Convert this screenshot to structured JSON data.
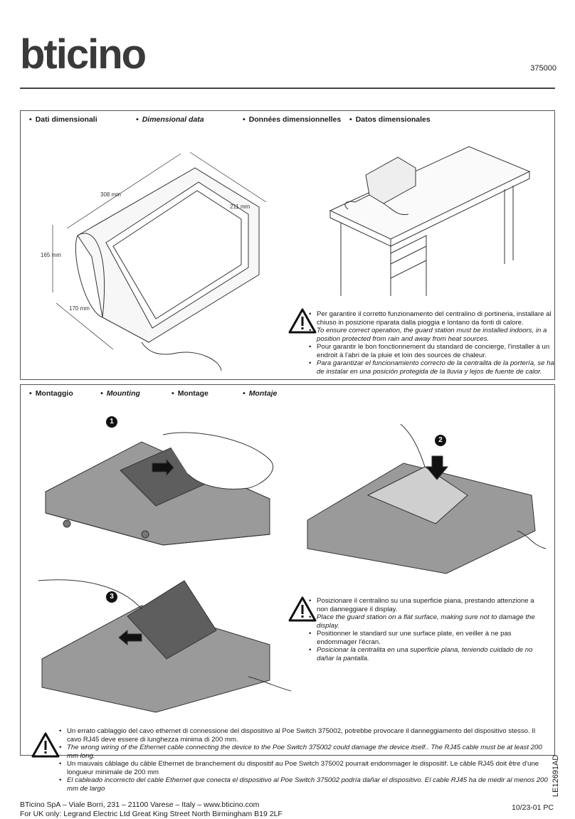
{
  "brand": {
    "logo_text": "bticino",
    "product_code": "375000"
  },
  "dimensional": {
    "headers": [
      "Dati dimensionali",
      "Dimensional data",
      "Données dimensionnelles",
      "Datos dimensionales"
    ],
    "dims": {
      "width": "308 mm",
      "depth": "211 mm",
      "height": "165 mm",
      "base": "170 mm"
    },
    "warning": [
      "Per garantire il corretto funzionamento del centralino di portineria, installare al chiuso in posizione riparata dalla pioggia e lontano da fonti di calore.",
      "To ensure correct operation, the guard station must be installed indoors, in a position protected from rain and away from heat sources.",
      "Pour garantir le bon fonctionnement du standard de concierge, l'installer à un endroit à l'abri de la pluie et loin des sources de chaleur.",
      "Para garantizar el funcionamiento correcto de la centralita de la portería, se ha de instalar en una posición protegida de la lluvia y lejos de fuente de calor."
    ]
  },
  "mounting": {
    "headers": [
      "Montaggio",
      "Mounting",
      "Montage",
      "Montaje"
    ],
    "steps": [
      "1",
      "2",
      "3"
    ],
    "warning": [
      "Posizionare il centralino su una superficie piana, prestando attenzione a non danneggiare il display.",
      "Place the guard station on a flat surface, making sure not to damage the display.",
      "Positionner le standard sur une surface plate, en veiller à ne pas endommager l'écran.",
      "Posicionar la centralita en una superficie plana, teniendo cuidado de no dañar la pantalla."
    ],
    "cable_warning": [
      "Un errato cablaggio del cavo ethernet di connessione del dispositivo al Poe Switch 375002, potrebbe provocare il danneggiamento del dispositivo stesso. Il cavo RJ45 deve essere di lunghezza minima di 200 mm.",
      "The wrong wiring of the Ethernet cable connecting the device to the Poe Switch 375002 could damage the device itself.. The RJ45 cable must be at least 200 mm long.",
      "Un mauvais câblage du câble Ethernet de branchement du dispositif au Poe Switch 375002 pourrait endommager le dispositif. Le câble RJ45 doit être d'une longueur minimale de 200 mm",
      "El cableado incorrecto del cable Ethernet que conecta el dispositivo al Poe Switch 375002 podría dañar el dispositivo. El cable RJ45 ha de medir al menos 200 mm de largo"
    ]
  },
  "footer": {
    "line1": "BTicino SpA – Viale Borri, 231 – 21100 Varese – Italy – www.bticino.com",
    "line2": "For UK only: Legrand Electric Ltd Great King Street North Birmingham B19 2LF",
    "date": "10/23-01 PC",
    "doc_code": "LE12691AD"
  }
}
